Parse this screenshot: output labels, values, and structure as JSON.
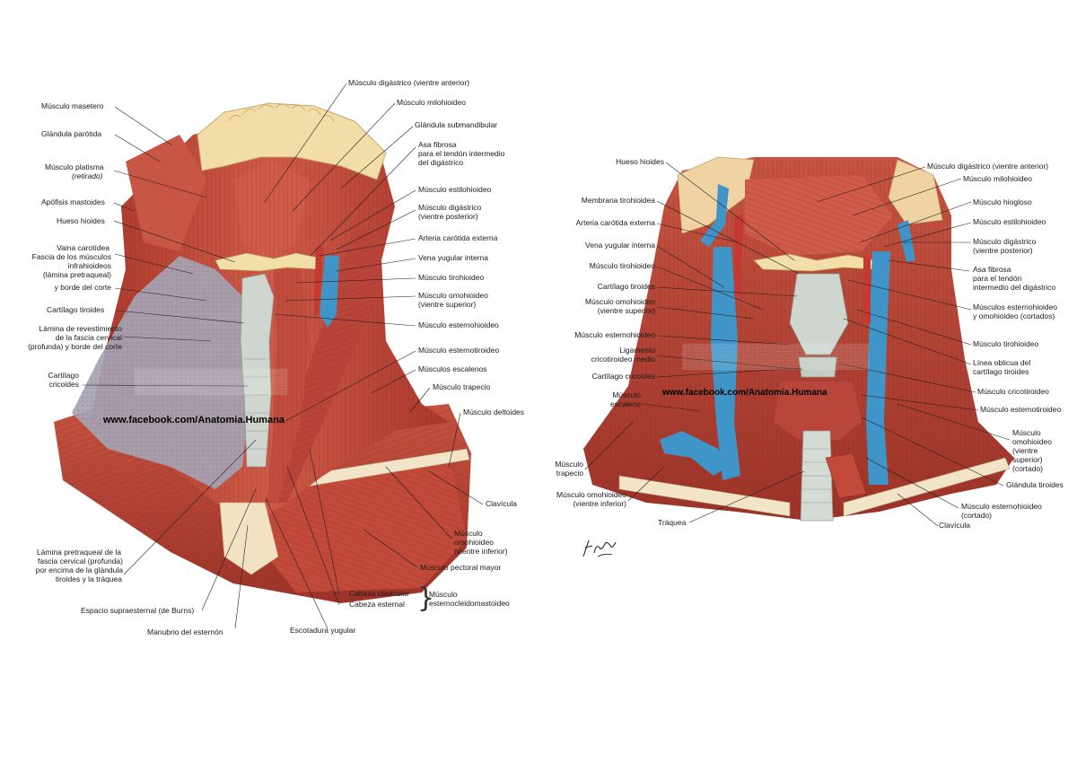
{
  "watermarks": {
    "left": "www.facebook.com/Anatomia.Humana",
    "right": "www.facebook.com/Anatomia.Humana"
  },
  "left_figure": {
    "labels": {
      "masetero": "Músculo masetero",
      "parotida": "Glándula parótida",
      "platisma_1": "Músculo platisma",
      "platisma_2": "(retirado)",
      "mastoides": "Apófisis mastoides",
      "hioides": "Hueso hioides",
      "vaina_1": "Vaina carotídea",
      "vaina_2": "Fascia de los músculos",
      "vaina_3": "infrahioideos",
      "vaina_4": "(lámina pretraqueal)",
      "vaina_5": "y borde del corte",
      "tiroides": "Cartílago tiroides",
      "lamina_1": "Lámina de revestimiento",
      "lamina_2": "de la fascia cervical",
      "lamina_3": "(profunda) y borde del corte",
      "cricoides_1": "Cartílago",
      "cricoides_2": "cricoides",
      "pretraq_1": "Lámina pretraqueal de la",
      "pretraq_2": "fascia cervical (profunda)",
      "pretraq_3": "por encima de la glándula",
      "pretraq_4": "tiroides y la tráquea",
      "burns": "Espacio supraesternal (de Burns)",
      "manubrio": "Manubrio del esternón",
      "escotadura": "Escotadura yugular",
      "cab_clav": "Cabeza clavicular",
      "cab_est": "Cabeza esternal",
      "ecm_1": "Músculo",
      "ecm_2": "esternocleidomastoideo",
      "digastrico_ant": "Músculo digástrico (vientre anterior)",
      "milohioideo": "Músculo milohioideo",
      "submandibular": "Glándula submandibular",
      "asa_1": "Asa fibrosa",
      "asa_2": "para el tendón intermedio",
      "asa_3": "del digástrico",
      "estilohioideo": "Músculo estilohioideo",
      "dig_post_1": "Músculo digástrico",
      "dig_post_2": "(vientre posterior)",
      "carotida_ext": "Arteria carótida externa",
      "yugular_int": "Vena yugular interna",
      "tirohioideo": "Músculo tirohioideo",
      "omo_sup_1": "Músculo omohioideo",
      "omo_sup_2": "(vientre superior)",
      "esternohioideo": "Músculo esternohioideo",
      "esternotiroideo": "Músculo esternotiroideo",
      "escalenos": "Músculos escalenos",
      "trapecio": "Músculo trapecio",
      "deltoides": "Músculo deltoides",
      "clavicula": "Clavícula",
      "omo_inf_1": "Músculo",
      "omo_inf_2": "omohioideo",
      "omo_inf_3": "(vientre inferior)",
      "pectoral": "Músculo pectoral mayor"
    }
  },
  "right_figure": {
    "labels": {
      "hioides": "Hueso hioides",
      "membrana": "Membrana tirohioidea",
      "carotida_ext": "Arteria carótida externa",
      "yugular_int": "Vena yugular interna",
      "tirohioideo": "Músculo tirohioideo",
      "tiroides": "Cartílago tiroides",
      "omo_sup_1": "Músculo omohioideo",
      "omo_sup_2": "(vientre superior)",
      "esternohioideo": "Músculo esternohioideo",
      "lig_1": "Ligamento",
      "lig_2": "cricotiroideo medio",
      "cricoides": "Cartílago cricoides",
      "escaleno_1": "Músculo",
      "escaleno_2": "escaleno",
      "trapecio_1": "Músculo",
      "trapecio_2": "trapecio",
      "omo_inf_1": "Músculo omohioideo",
      "omo_inf_2": "(vientre inferior)",
      "traquea": "Tráquea",
      "digastrico_ant": "Músculo digástrico (vientre anterior)",
      "milohioideo": "Músculo milohioideo",
      "hiogloso": "Músculo hiogloso",
      "estilohioideo": "Músculo estilohioideo",
      "dig_post_1": "Músculo digástrico",
      "dig_post_2": "(vientre posterior)",
      "asa_1": "Asa fibrosa",
      "asa_2": "para el tendón",
      "asa_3": "intermedio del digástrico",
      "est_omo_1": "Músculos esternohioideo",
      "est_omo_2": "y omohioideo (cortados)",
      "tirohioideo_r": "Músculo tirohioideo",
      "linea_1": "Línea oblicua del",
      "linea_2": "cartílago tiroides",
      "cricotiroideo": "Músculo cricotiroideo",
      "esternotiroideo": "Músculo esternotiroideo",
      "omo_cort_1": "Músculo",
      "omo_cort_2": "omohioideo",
      "omo_cort_3": "(vientre",
      "omo_cort_4": "superior)",
      "omo_cort_5": "(cortado)",
      "gl_tiroides": "Glándula tiroides",
      "est_cort_1": "Músculo esternohioideo",
      "est_cort_2": "(cortado)",
      "clavicula": "Clavícula"
    }
  },
  "colors": {
    "muscle": "#c0483a",
    "muscle_dark": "#8f2a22",
    "tendon": "#efe6d6",
    "fascia": "#a9a6b8",
    "vein": "#3f95c8",
    "artery": "#c43a33",
    "bone": "#f0d9a4",
    "cartilage": "#c8d3c8",
    "skin_edge": "#e8c9a0"
  }
}
